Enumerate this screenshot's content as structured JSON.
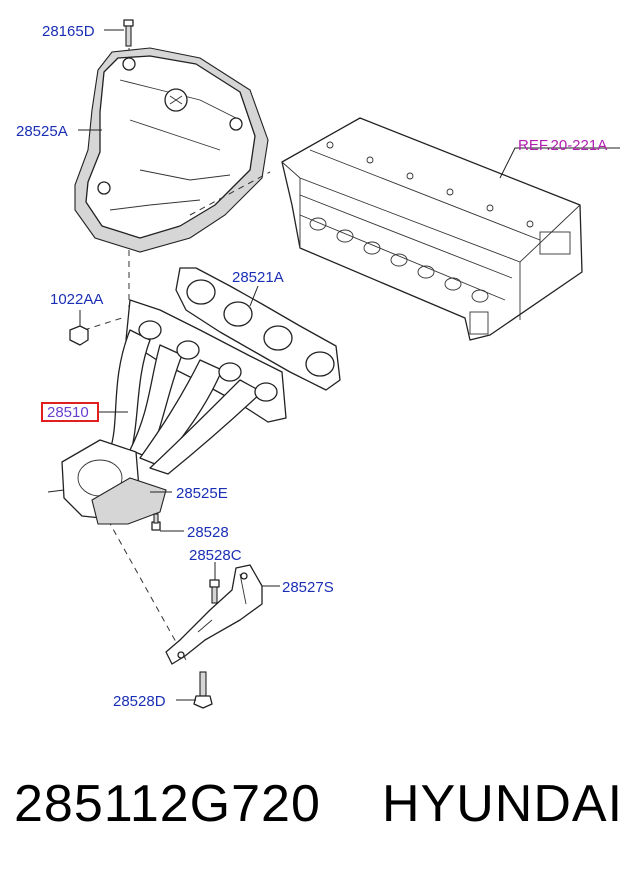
{
  "labels": {
    "bolt_top": "28165D",
    "heat_shield": "28525A",
    "ref": "REF.20-221A",
    "gasket": "28521A",
    "nut": "1022AA",
    "manifold": "28510",
    "lower_shield": "28525E",
    "bolt_lower": "28528",
    "bolt_bracket": "28528C",
    "bracket": "28527S",
    "bolt_bottom": "28528D"
  },
  "colors": {
    "label": "#1b2fb5",
    "ref": "#b01fb0",
    "highlight_box": "#e02020"
  },
  "footer": {
    "part_number": "285112G720",
    "brand": "HYUNDAI"
  }
}
